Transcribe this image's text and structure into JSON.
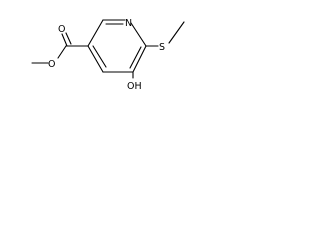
{
  "atoms": {
    "ring_nitrogen": "N",
    "ester_carbonyl_oxygen": "O",
    "ester_ether_oxygen": "O",
    "thioether_sulfur": "S",
    "hydroxyl_group": "OH"
  }
}
